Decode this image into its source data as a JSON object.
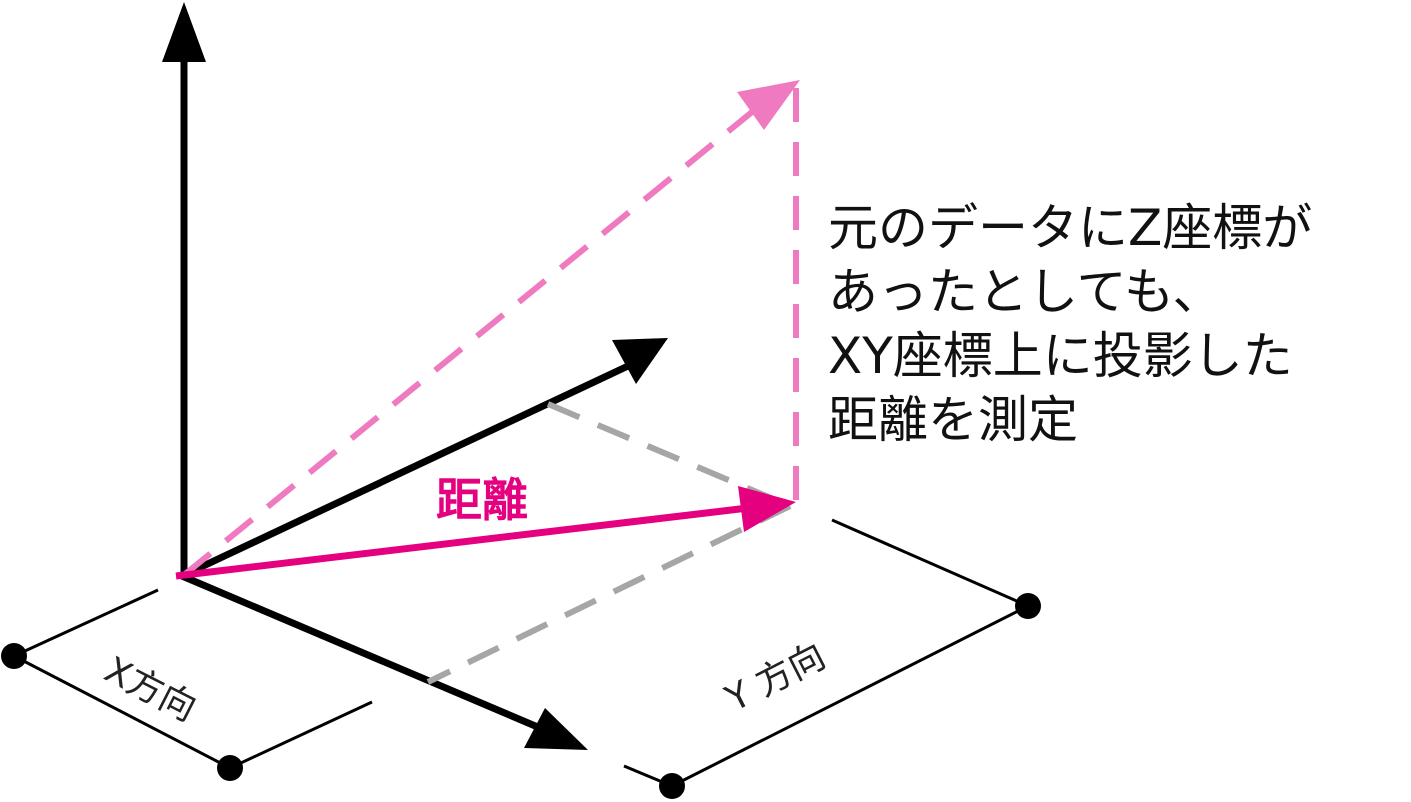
{
  "labels": {
    "distance": "距離",
    "x_direction": "X方向",
    "y_direction": "Y 方向"
  },
  "caption": {
    "lines": [
      "元のデータにZ座標が",
      "あったとしても、",
      "XY座標上に投影した",
      "距離を測定"
    ]
  },
  "colors": {
    "axis": "#000000",
    "distance_accent": "#e5007f",
    "projection_3d": "#f07ac0",
    "projection_guide": "#a6a6a6",
    "dimension_line": "#000000"
  }
}
